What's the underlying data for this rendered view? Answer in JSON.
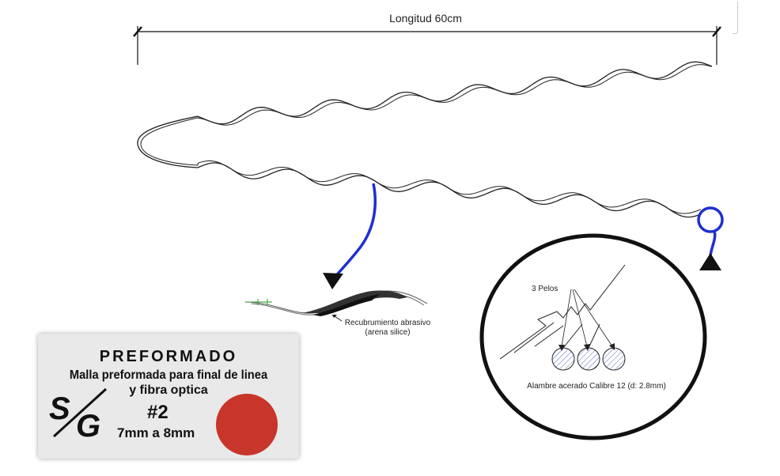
{
  "diagram": {
    "length_label": "Longitud 60cm",
    "coating_label_1": "Recubrumiento abrasivo",
    "coating_label_2": "(arena silice)",
    "strands_label": "3 Pelos",
    "wire_label": "Alambre acerado Calibre 12 (d: 2.8mm)"
  },
  "label_card": {
    "title": "PREFORMADO",
    "line1": "Malla preformada para final de linea",
    "line2": "y fibra optica",
    "logo_text": "SG",
    "number": "#2",
    "size": "7mm a 8mm"
  },
  "colors": {
    "callout": "#1f2fd0",
    "label_dot": "#c8352a",
    "wire": "#222222",
    "strand_hatch": "#5a6ac8"
  }
}
